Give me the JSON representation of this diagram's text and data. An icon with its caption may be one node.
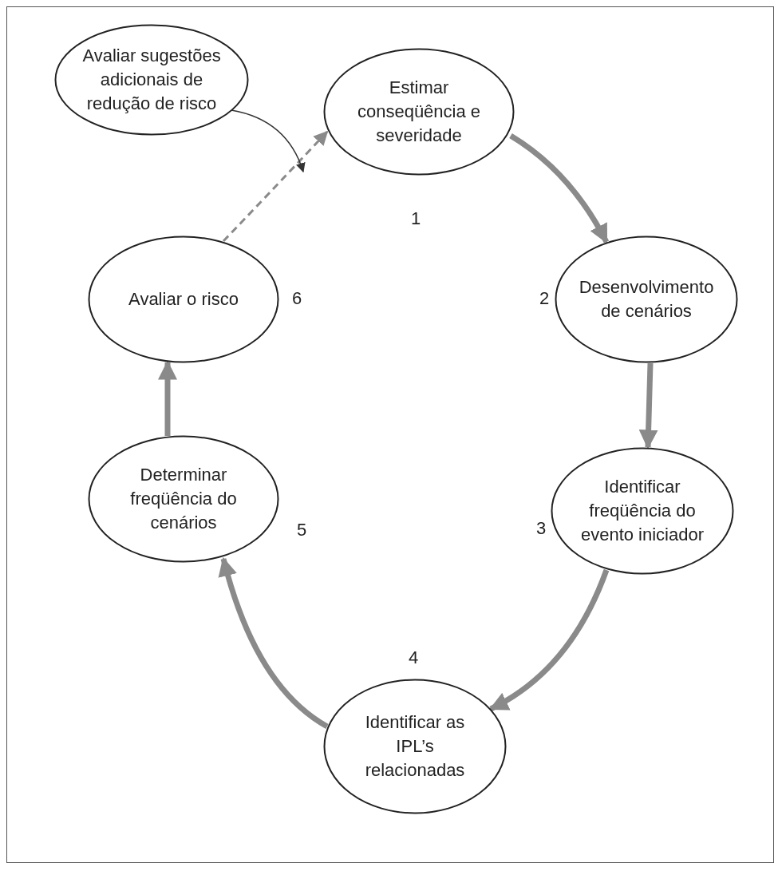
{
  "diagram": {
    "nodes": [
      {
        "text": [
          "Avaliar sugestões adicionais de redução de risco"
        ]
      },
      {
        "text": [
          "Estimar conseqüência e severidade"
        ],
        "beside": [
          "1"
        ]
      },
      {
        "text": [
          "Desenvolvimento de cenários"
        ],
        "beside": [
          "2"
        ]
      },
      {
        "text": [
          "Identificar freqüência do evento iniciador"
        ],
        "beside": [
          "3"
        ]
      },
      {
        "text": [
          "Identificar as IPL’s relacionadas"
        ],
        "beside": [
          "4"
        ]
      },
      {
        "text": [
          "Determinar freqüência do cenários"
        ],
        "beside": [
          "5"
        ]
      },
      {
        "text": [
          "Avaliar o risco"
        ],
        "beside": [
          "6"
        ]
      }
    ],
    "edges": [
      {
        "from": 1,
        "to": 2,
        "arrow": "to"
      },
      {
        "from": 2,
        "to": 3,
        "arrow": "to"
      },
      {
        "from": 3,
        "to": 4,
        "arrow": "to"
      },
      {
        "from": 4,
        "to": 5,
        "arrow": "to"
      },
      {
        "from": 5,
        "to": 6,
        "arrow": "to"
      },
      {
        "from": 6,
        "to": 1,
        "arrow": "to",
        "style": "dashed"
      },
      {
        "from": 0,
        "to": 1,
        "arrow": "to",
        "color": "#333333"
      }
    ]
  }
}
